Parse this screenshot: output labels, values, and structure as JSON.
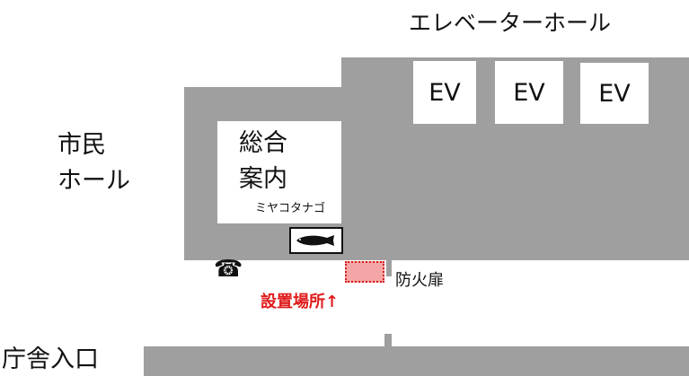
{
  "elevator_hall": {
    "title": "エレベーターホール",
    "ev_labels": [
      "EV",
      "EV",
      "EV"
    ]
  },
  "civic_hall": {
    "line1": "市民",
    "line2": "ホール"
  },
  "info_desk": {
    "line1": "総合",
    "line2": "案内"
  },
  "fish_display": {
    "label": "ミヤコタナゴ"
  },
  "fire_door": {
    "label": "防火扉"
  },
  "install_location": {
    "label": "設置場所↑",
    "color": "#e01b1b"
  },
  "entrance": {
    "label": "庁舎入口"
  },
  "phone": {
    "glyph": "☎"
  },
  "colors": {
    "floor": "#9f9f9f",
    "marker_fill": "#f4a6a6",
    "marker_border": "#d61f1f"
  }
}
